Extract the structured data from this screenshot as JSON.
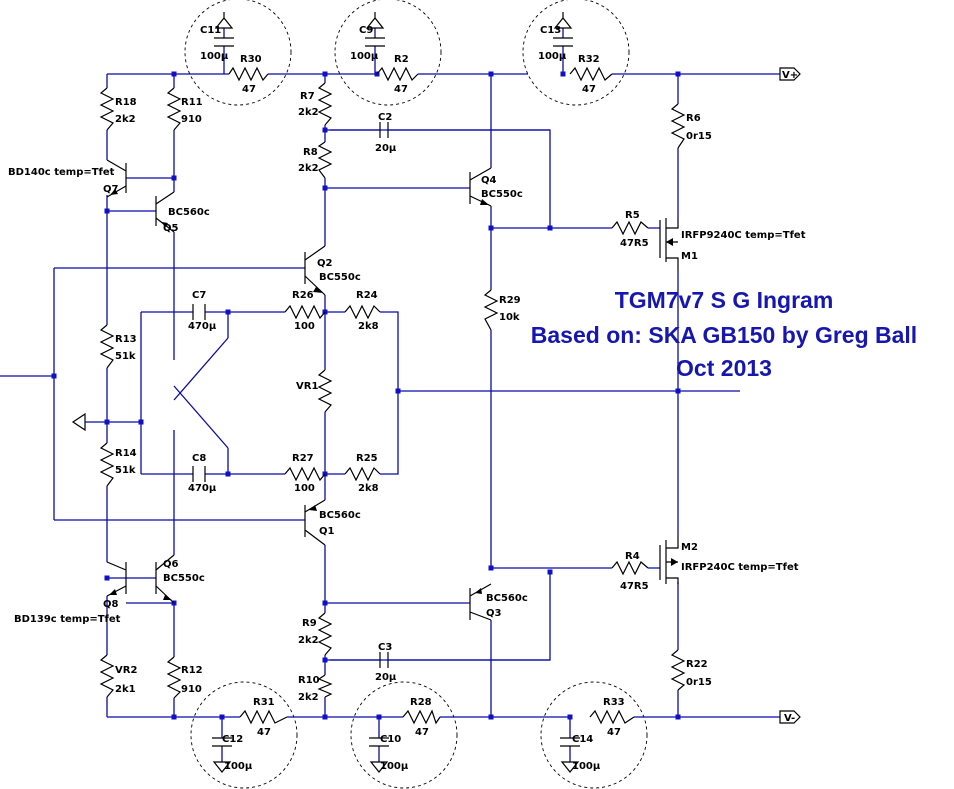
{
  "title_lines": [
    "TGM7v7 S G Ingram",
    "Based on: SKA GB150 by Greg Ball",
    "Oct 2013"
  ],
  "rails": {
    "pos": "V+",
    "neg": "V-"
  },
  "components": {
    "C11": {
      "ref": "C11",
      "val": "100µ"
    },
    "R30": {
      "ref": "R30",
      "val": "47"
    },
    "C9": {
      "ref": "C9",
      "val": "100µ"
    },
    "R2": {
      "ref": "R2",
      "val": "47"
    },
    "C13": {
      "ref": "C13",
      "val": "100µ"
    },
    "R32": {
      "ref": "R32",
      "val": "47"
    },
    "R18": {
      "ref": "R18",
      "val": "2k2"
    },
    "R11": {
      "ref": "R11",
      "val": "910"
    },
    "R7": {
      "ref": "R7",
      "val": "2k2"
    },
    "C2": {
      "ref": "C2",
      "val": "20µ"
    },
    "R8": {
      "ref": "R8",
      "val": "2k2"
    },
    "R6": {
      "ref": "R6",
      "val": "0r15"
    },
    "Q7": {
      "ref": "Q7",
      "val": "BD140c temp=Tfet"
    },
    "Q5": {
      "ref": "Q5",
      "val": "BC560c"
    },
    "Q4": {
      "ref": "Q4",
      "val": "BC550c"
    },
    "R5": {
      "ref": "R5",
      "val": "47R5"
    },
    "M1": {
      "ref": "M1",
      "val": "IRFP9240C temp=Tfet"
    },
    "Q2": {
      "ref": "Q2",
      "val": "BC550c"
    },
    "C7": {
      "ref": "C7",
      "val": "470µ"
    },
    "R26": {
      "ref": "R26",
      "val": "100"
    },
    "R24": {
      "ref": "R24",
      "val": "2k8"
    },
    "R29": {
      "ref": "R29",
      "val": "10k"
    },
    "R13": {
      "ref": "R13",
      "val": "51k"
    },
    "VR1": {
      "ref": "VR1",
      "val": ""
    },
    "R14": {
      "ref": "R14",
      "val": "51k"
    },
    "C8": {
      "ref": "C8",
      "val": "470µ"
    },
    "R27": {
      "ref": "R27",
      "val": "100"
    },
    "R25": {
      "ref": "R25",
      "val": "2k8"
    },
    "Q1": {
      "ref": "Q1",
      "val": "BC560c"
    },
    "M2": {
      "ref": "M2",
      "val": "IRFP240C temp=Tfet"
    },
    "Q6": {
      "ref": "Q6",
      "val": "BC550c"
    },
    "R4": {
      "ref": "R4",
      "val": "47R5"
    },
    "Q3": {
      "ref": "Q3",
      "val": "BC560c"
    },
    "Q8": {
      "ref": "Q8",
      "val": "BD139c temp=Tfet"
    },
    "R9": {
      "ref": "R9",
      "val": "2k2"
    },
    "C3": {
      "ref": "C3",
      "val": "20µ"
    },
    "VR2": {
      "ref": "VR2",
      "val": "2k1"
    },
    "R12": {
      "ref": "R12",
      "val": "910"
    },
    "R10": {
      "ref": "R10",
      "val": "2k2"
    },
    "R22": {
      "ref": "R22",
      "val": "0r15"
    },
    "R31": {
      "ref": "R31",
      "val": "47"
    },
    "C12": {
      "ref": "C12",
      "val": "100µ"
    },
    "R28": {
      "ref": "R28",
      "val": "47"
    },
    "C10": {
      "ref": "C10",
      "val": "100µ"
    },
    "R33": {
      "ref": "R33",
      "val": "47"
    },
    "C14": {
      "ref": "C14",
      "val": "100µ"
    }
  }
}
